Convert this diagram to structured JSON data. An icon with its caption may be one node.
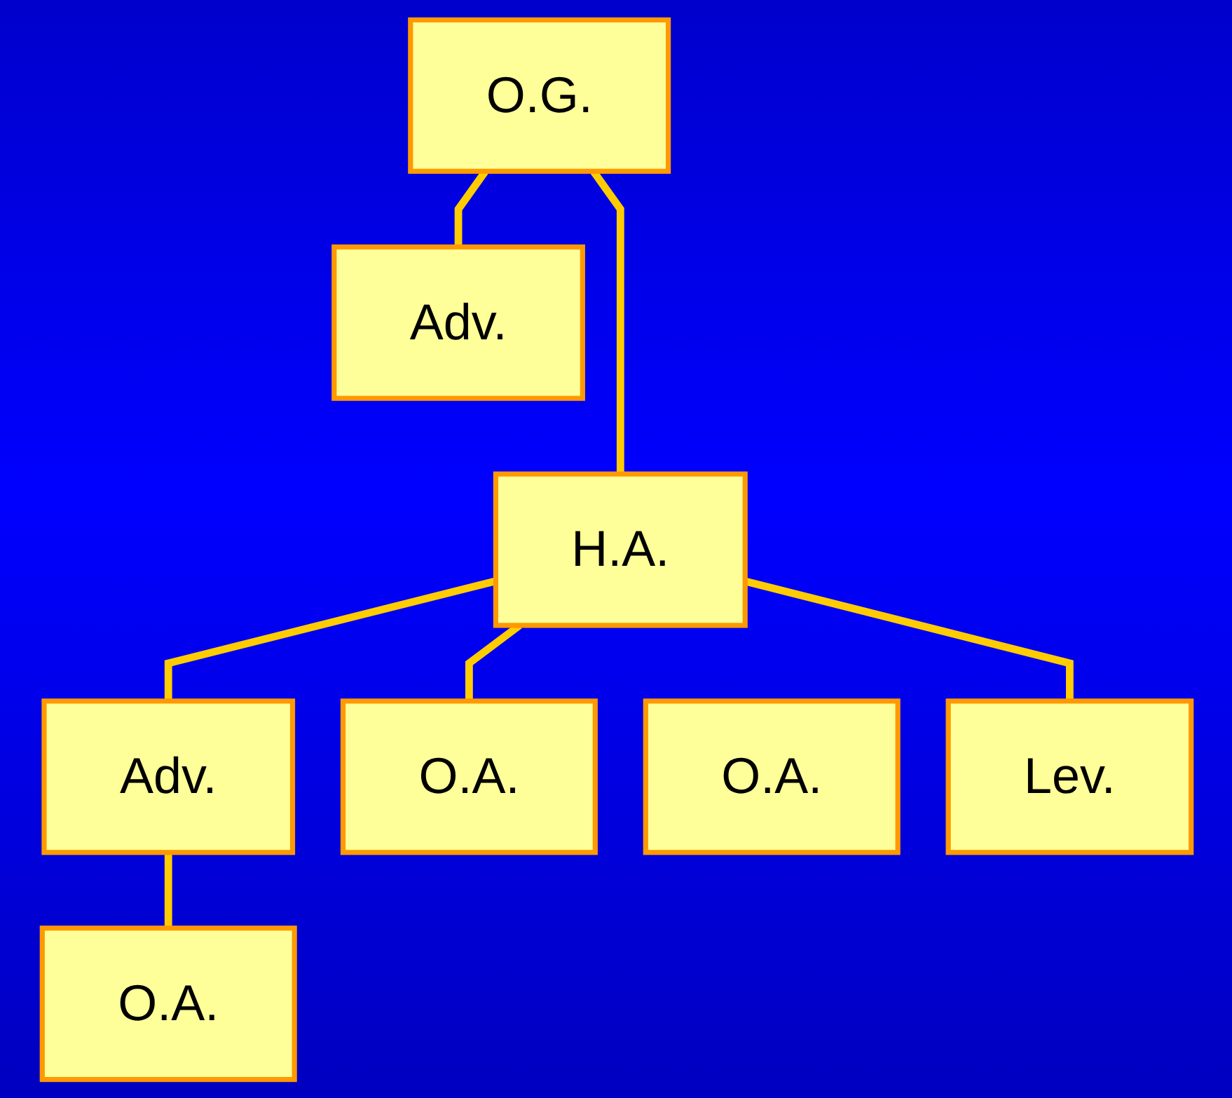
{
  "diagram": {
    "nodes": [
      {
        "text": [
          "O.G."
        ]
      },
      {
        "text": [
          "Adv."
        ]
      },
      {
        "text": [
          "H.A."
        ]
      },
      {
        "text": [
          "Adv."
        ]
      },
      {
        "text": [
          "O.A."
        ]
      },
      {
        "text": [
          "O.A."
        ]
      },
      {
        "text": [
          "Lev."
        ]
      },
      {
        "text": [
          "O.A."
        ]
      }
    ],
    "edges": [
      {
        "from": 0,
        "to": 2,
        "arrow": "none"
      },
      {
        "from": 0,
        "to": 1,
        "arrow": "none"
      },
      {
        "from": 2,
        "to": 3,
        "arrow": "none"
      },
      {
        "from": 2,
        "to": 4,
        "arrow": "none"
      },
      {
        "from": 2,
        "to": 6,
        "arrow": "none"
      },
      {
        "from": 3,
        "to": 7,
        "arrow": "none"
      }
    ]
  }
}
